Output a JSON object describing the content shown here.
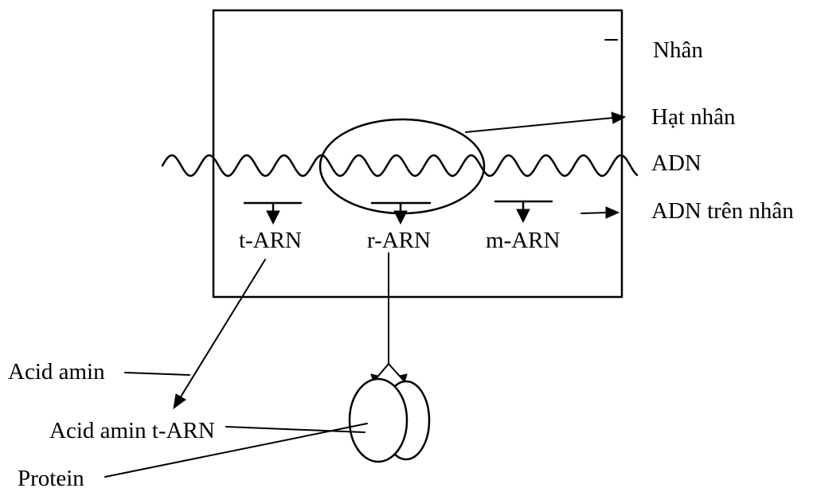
{
  "labels": {
    "nucleus": "Nhân",
    "nucleolus": "Hạt nhân",
    "dna": "ADN",
    "dna_outside_nucleus": "ADN trên nhân",
    "trna": "t-ARN",
    "rrna": "r-ARN",
    "mrna": "m-ARN",
    "amino_acid": "Acid amin",
    "aminoacyl_trna": "Acid amin t-ARN",
    "protein": "Protein"
  }
}
